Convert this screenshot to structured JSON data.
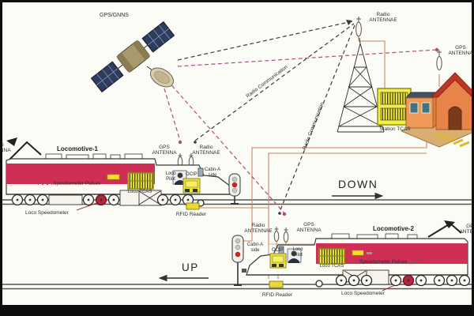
{
  "satellite": {
    "label": "GPS/GNNS"
  },
  "tower": {
    "antenna": "Radio ANTENNAE"
  },
  "station": {
    "gps": "GPS ANTENNA",
    "tcas": "Station TCAS"
  },
  "links": {
    "radio_comm_a": "Radio Communication",
    "radio_comm_b": "Radio Communication"
  },
  "directions": {
    "down": "DOWN",
    "up": "UP"
  },
  "loco1": {
    "name": "Locomotive-1",
    "left_gps": "GPS ANTENNA",
    "gps": "GPS ANTENNA",
    "radio": "Radio ANTENNAE",
    "pilot": "Loco Pilot",
    "ocip": "OCIP",
    "cabin": "Cabn-A side",
    "tcas": "Loco TCAS",
    "pulses": "Speedometer Pulses",
    "speedometer": "Loco Speedometer",
    "rfid": "RFID Reader"
  },
  "loco2": {
    "name": "Locomotive-2",
    "gps": "GPS ANTENNA",
    "radio": "Radio ANTENNAE",
    "right_gps": "GPS ANTENNA",
    "pilot": "Loco Pilot",
    "ocip": "OCIP",
    "cabin": "Cabn-A side",
    "tcas": "Loco TCAS",
    "pulses": "Speedometer Pulses",
    "speedometer": "Loco Speedometer",
    "rfid": "RFID Reader"
  },
  "colors": {
    "loco_band": "#cf2e55",
    "tcas_yellow": "#f6ee3e",
    "wire_orange": "#c8845c",
    "link_pink": "#b04a86",
    "link_black": "#3a3a3a",
    "signal_red": "#cc2626"
  }
}
